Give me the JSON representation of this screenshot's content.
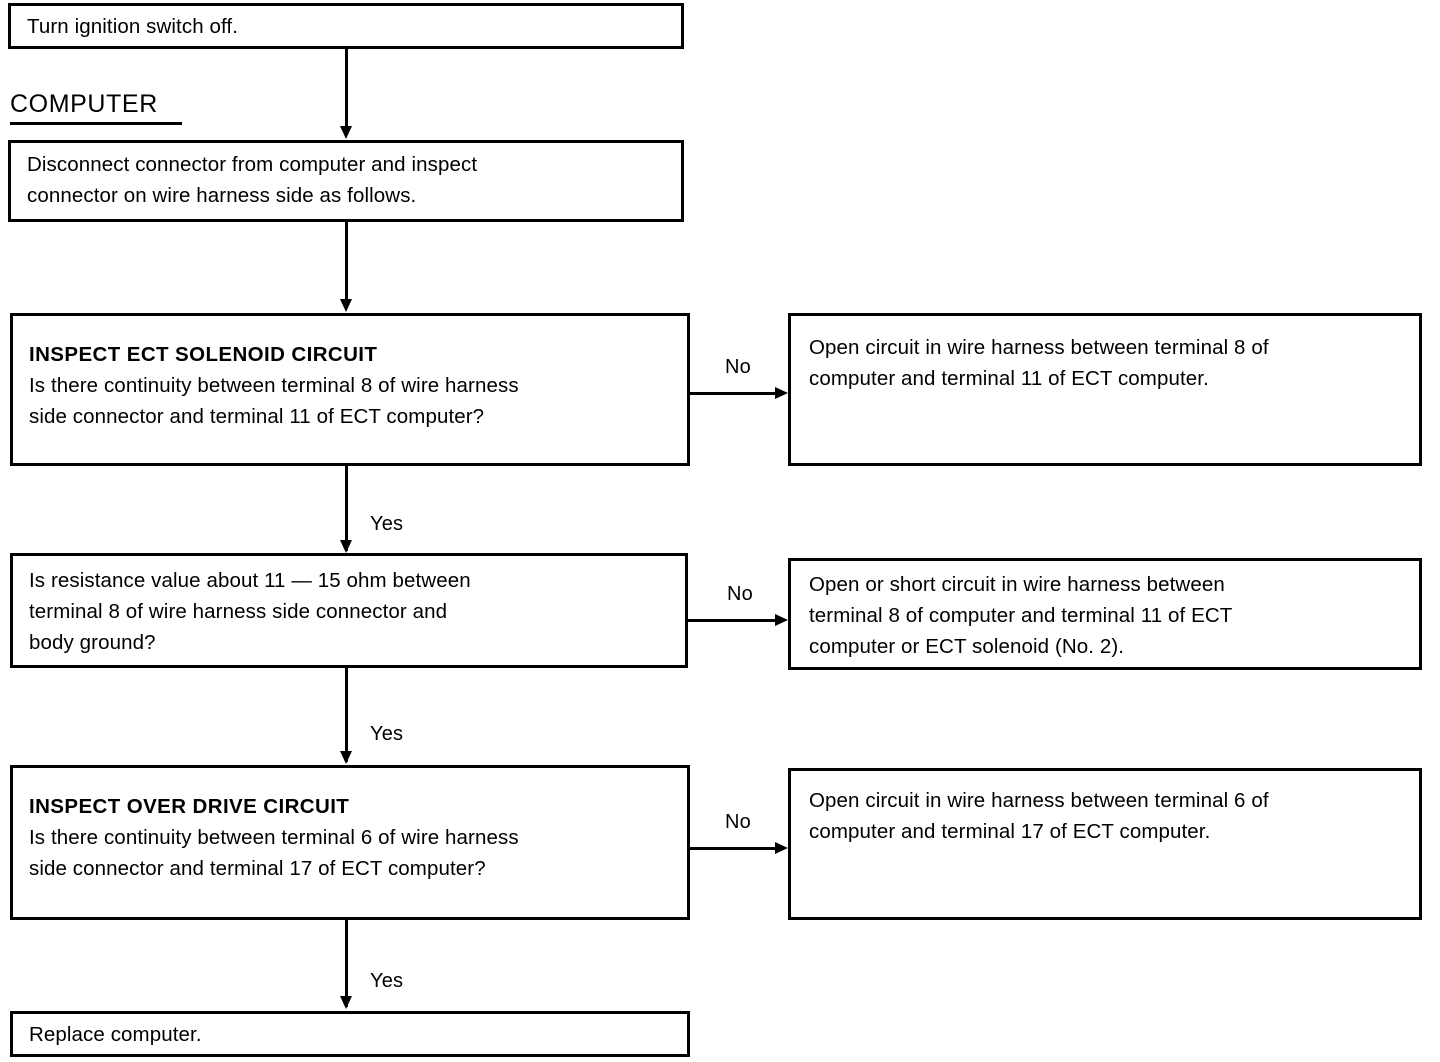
{
  "document": {
    "kind": "troubleshooting-flowchart",
    "section_heading": "COMPUTER"
  },
  "nodes": {
    "step_ignition": {
      "text": "Turn ignition switch off."
    },
    "step_disconnect": {
      "text": "Disconnect connector from computer and inspect\nconnector on wire harness side as follows."
    },
    "check_ect_solenoid": {
      "heading": "INSPECT ECT SOLENOID CIRCUIT",
      "text": "Is there continuity between terminal 8 of wire harness\nside connector and terminal 11 of ECT computer?"
    },
    "result_ect_solenoid_no": {
      "text": "Open circuit in wire harness between terminal 8 of\ncomputer and terminal 11 of ECT computer."
    },
    "check_resistance": {
      "text": "Is resistance value about 11 — 15 ohm between\nterminal 8 of wire harness side connector and\nbody ground?"
    },
    "result_resistance_no": {
      "text": "Open or short circuit in wire harness between\nterminal 8 of computer and terminal 11 of ECT\ncomputer or ECT  solenoid (No. 2)."
    },
    "check_over_drive": {
      "heading": "INSPECT OVER DRIVE CIRCUIT",
      "text": "Is there continuity between terminal 6 of wire harness\nside connector and terminal 17 of ECT computer?"
    },
    "result_over_drive_no": {
      "text": "Open circuit in wire harness between terminal 6 of\ncomputer and terminal 17 of ECT computer."
    },
    "step_replace": {
      "text": "Replace computer."
    }
  },
  "edges": {
    "no_ect_solenoid": "No",
    "yes_ect_solenoid": "Yes",
    "no_resistance": "No",
    "yes_resistance": "Yes",
    "no_over_drive": "No",
    "yes_over_drive": "Yes"
  },
  "colors": {
    "ink": "#000000",
    "paper": "#ffffff"
  }
}
